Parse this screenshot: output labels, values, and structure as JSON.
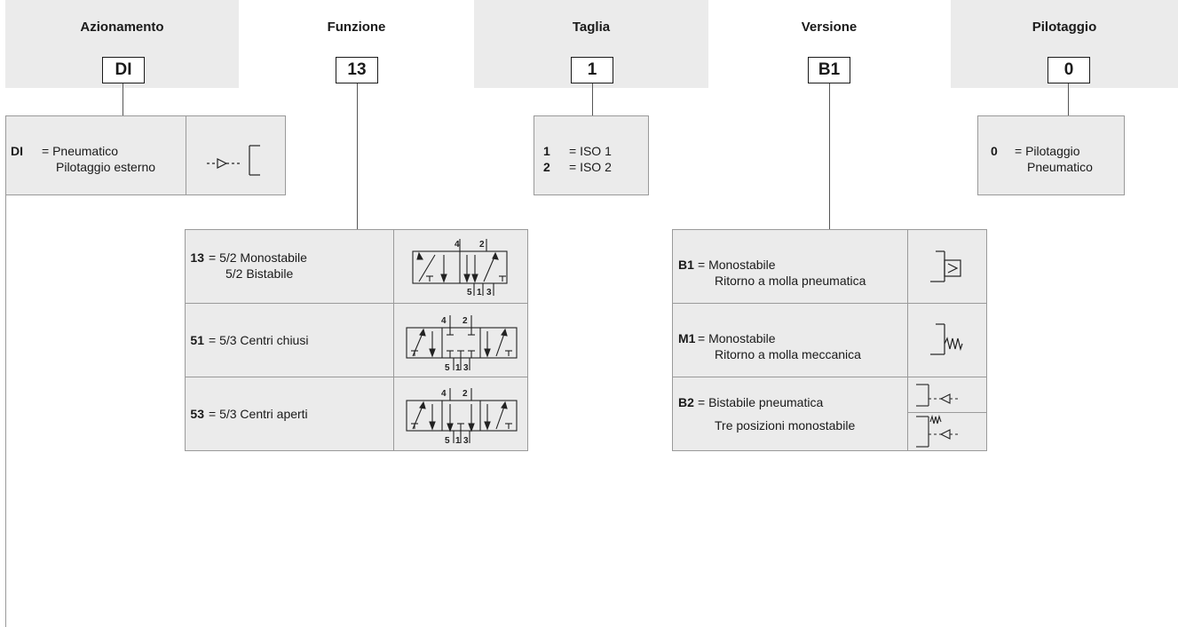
{
  "headers": [
    {
      "id": "azionamento",
      "title": "Azionamento",
      "code": "DI"
    },
    {
      "id": "funzione",
      "title": "Funzione",
      "code": "13"
    },
    {
      "id": "taglia",
      "title": "Taglia",
      "code": "1"
    },
    {
      "id": "versione",
      "title": "Versione",
      "code": "B1"
    },
    {
      "id": "pilotaggio",
      "title": "Pilotaggio",
      "code": "0"
    }
  ],
  "azionamento": {
    "code": "DI",
    "line1": "= Pneumatico",
    "line2": "Pilotaggio esterno",
    "symbol": "external-pilot-symbol"
  },
  "taglia": {
    "items": [
      {
        "code": "1",
        "label": "= ISO 1"
      },
      {
        "code": "2",
        "label": "= ISO 2"
      }
    ]
  },
  "pilotaggio": {
    "code": "0",
    "line1": "= Pilotaggio",
    "line2": "Pneumatico"
  },
  "funzione": {
    "items": [
      {
        "code": "13",
        "line1": "= 5/2 Monostabile",
        "line2": "5/2 Bistabile",
        "symbol": "valve-5-2-symbol"
      },
      {
        "code": "51",
        "line1": "= 5/3 Centri chiusi",
        "line2": "",
        "symbol": "valve-5-3-closed-symbol"
      },
      {
        "code": "53",
        "line1": "= 5/3 Centri aperti",
        "line2": "",
        "symbol": "valve-5-3-open-symbol"
      }
    ],
    "port_labels": {
      "p4": "4",
      "p2": "2",
      "p5": "5",
      "p1": "1",
      "p3": "3"
    }
  },
  "versione": {
    "items": [
      {
        "code": "B1",
        "line1": "= Monostabile",
        "line2": "Ritorno a molla pneumatica",
        "symbol": "air-spring-return-symbol"
      },
      {
        "code": "M1",
        "line1": "= Monostabile",
        "line2": "Ritorno a molla meccanica",
        "symbol": "mechanical-spring-return-symbol"
      },
      {
        "code": "B2",
        "line1": "= Bistabile pneumatica",
        "line2": "Tre posizioni monostabile",
        "symbol": "pneumatic-pilot-symbol"
      }
    ]
  }
}
